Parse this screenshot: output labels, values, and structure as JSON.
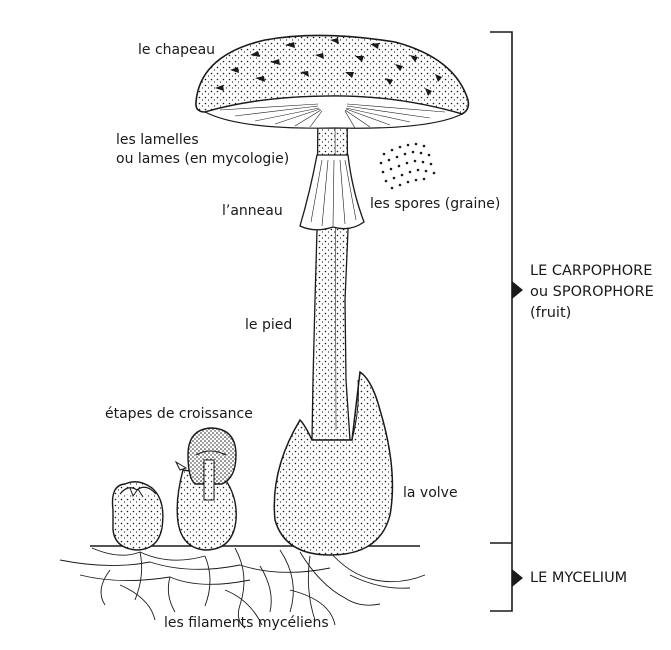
{
  "labels": {
    "chapeau": "le chapeau",
    "lamelles_1": "les lamelles",
    "lamelles_2": "ou lames (en mycologie)",
    "anneau": "l’anneau",
    "spores": "les spores (graine)",
    "pied": "le pied",
    "croissance": "étapes de croissance",
    "volve": "la volve",
    "filaments": "les filaments mycéliens",
    "carpophore_1": "LE CARPOPHORE",
    "carpophore_2": "ou SPOROPHORE",
    "carpophore_3": "(fruit)",
    "mycelium": "LE MYCELIUM"
  },
  "colors": {
    "ink": "#1a1a1a",
    "background": "#ffffff"
  }
}
